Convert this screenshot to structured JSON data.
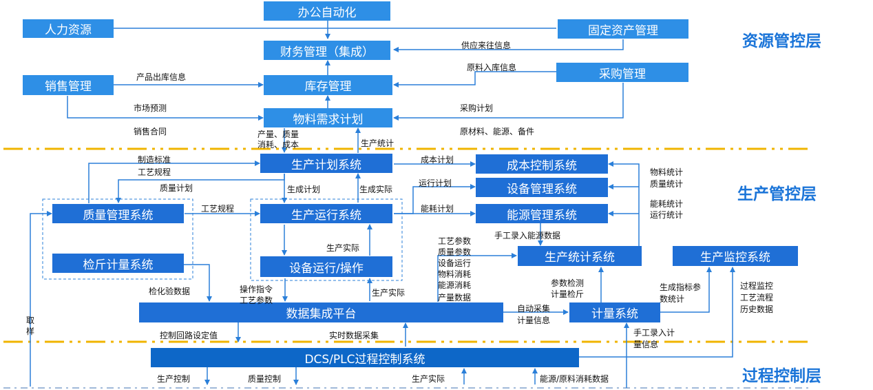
{
  "boxes": {
    "office_automation": "办公自动化",
    "hr": "人力资源",
    "fixed_assets": "固定资产管理",
    "finance": "财务管理（集成）",
    "sales": "销售管理",
    "inventory": "库存管理",
    "purchasing": "采购管理",
    "mrp": "物料需求计划",
    "production_planning": "生产计划系统",
    "cost_control": "成本控制系统",
    "equipment_mgmt": "设备管理系统",
    "quality_mgmt": "质量管理系统",
    "production_ops": "生产运行系统",
    "energy_mgmt": "能源管理系统",
    "inspection_metering": "检斤计量系统",
    "equipment_ops": "设备运行/操作",
    "production_stats": "生产统计系统",
    "production_monitor": "生产监控系统",
    "data_platform": "数据集成平台",
    "metering_system": "计量系统",
    "dcs": "DCS/PLC过程控制系统"
  },
  "layers": {
    "resource": "资源管控层",
    "production": "生产管控层",
    "process": "过程控制层"
  },
  "labels": {
    "supply_info": "供应来往信息",
    "product_out": "产品出库信息",
    "raw_in": "原料入库信息",
    "market_forecast": "市场预测",
    "purchase_plan": "采购计划",
    "sales_contract": "销售合同",
    "raw_energy_parts": "原材料、能源、备件",
    "output_quality": "产量、质量",
    "consumption_cost": "消耗、成本",
    "production_stats_up": "生产统计",
    "mfg_standard": "制造标准",
    "process_rules": "工艺规程",
    "cost_plan": "成本计划",
    "quality_plan": "质量计划",
    "run_plan": "运行计划",
    "gen_plan": "生成计划",
    "gen_actual": "生成实际",
    "material_stats": "物料统计",
    "quality_stats": "质量统计",
    "energy_plan": "能耗计划",
    "process_rules2": "工艺规程",
    "energy_stats": "能耗统计",
    "run_stats": "运行统计",
    "manual_energy": "手工录入能源数据",
    "prod_actual1": "生产实际",
    "process_params": "工艺参数",
    "quality_params": "质量参数",
    "equip_run": "设备运行",
    "material_consume": "物料消耗",
    "energy_consume": "能源消耗",
    "output_data": "产量数据",
    "param_detect": "参数检测",
    "meter_inspect": "计量检斤",
    "gen_index": "生成指标参",
    "stats_data": "数统计",
    "proc_monitor": "过程监控",
    "proc_flow": "工艺流程",
    "history_data": "历史数据",
    "inspection_data": "检化验数据",
    "op_cmd": "操作指令",
    "proc_params2": "工艺参数",
    "prod_actual2": "生产实际",
    "auto_collect": "自动采集",
    "meter_info": "计量信息",
    "sampling": "取",
    "sampling2": "样",
    "ctrl_loop": "控制回路设定值",
    "realtime": "实时数据采集",
    "manual_meter": "手工录入计",
    "meter_info2": "量信息",
    "prod_control": "生产控制",
    "quality_control": "质量控制",
    "prod_actual3": "生产实际",
    "energy_raw": "能源/原料消耗数据"
  },
  "colors": {
    "box_light": "#2e8fe6",
    "box_system": "#1f6fd6",
    "dcs_bar": "#0d67c8",
    "divider": "#f0b400",
    "arrow": "#2a7fd9",
    "layer_text": "#1a74d8"
  }
}
